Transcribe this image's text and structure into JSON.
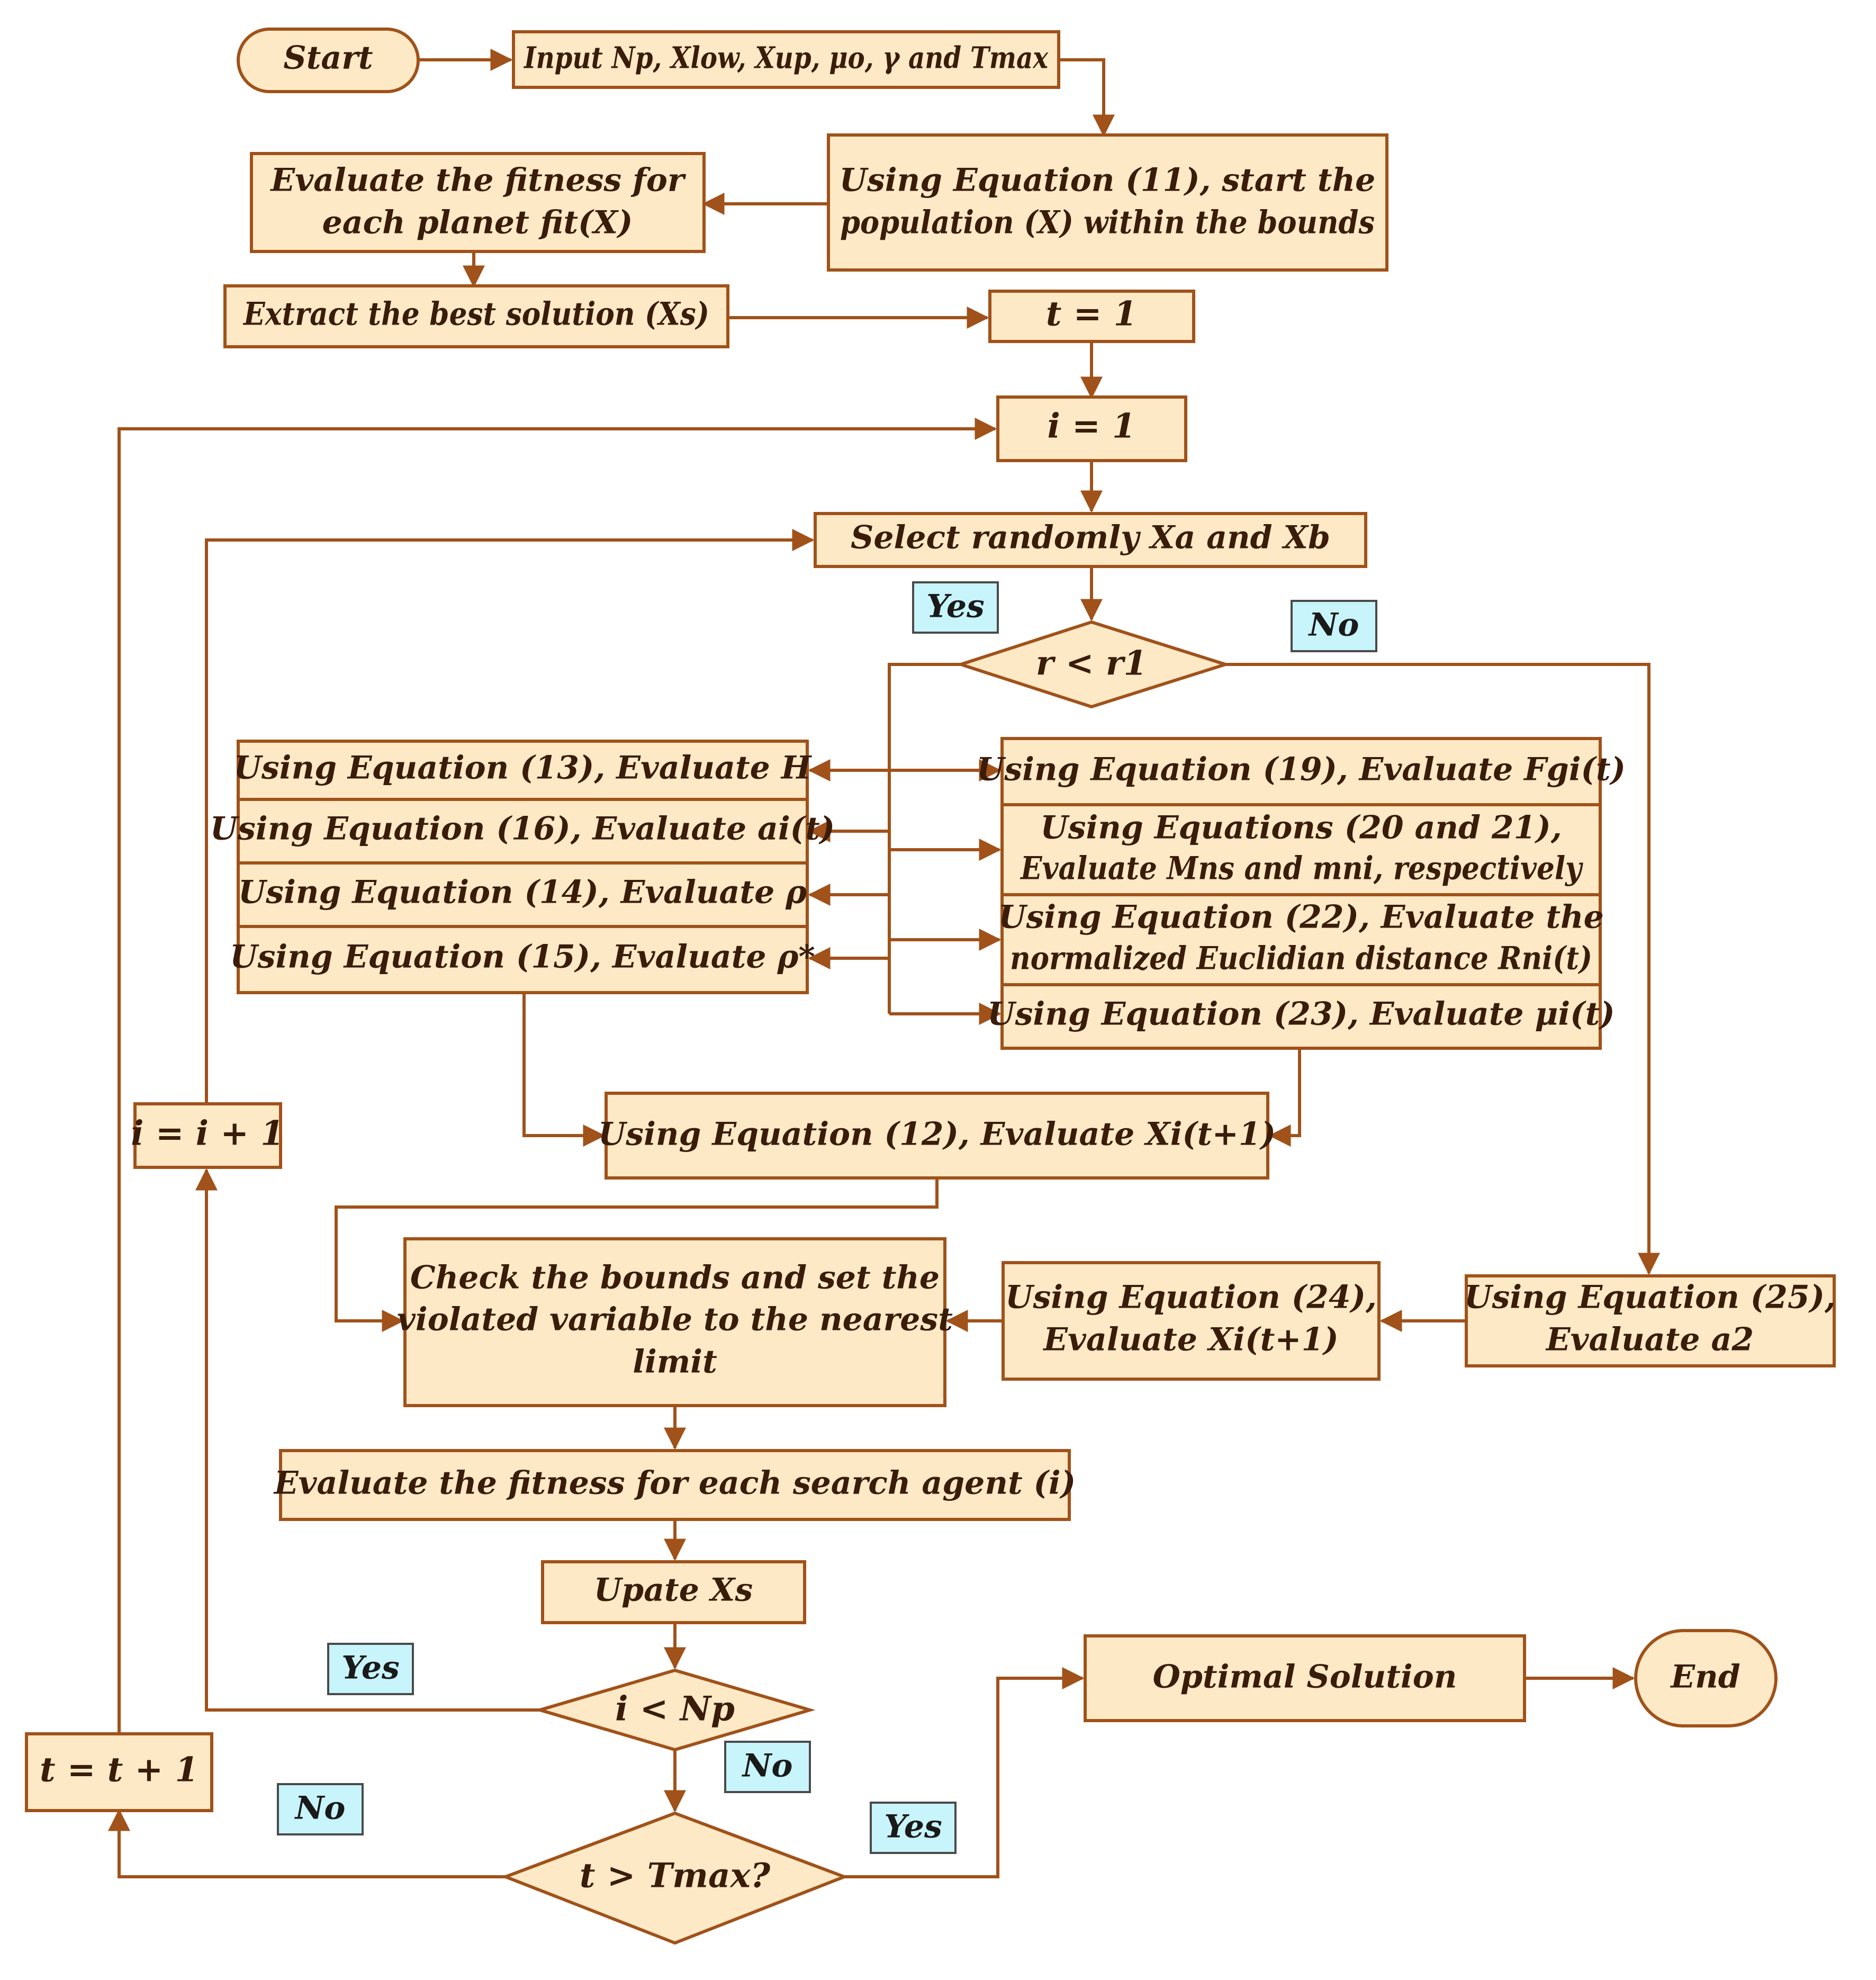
{
  "nodes": {
    "start": "Start",
    "input": "Input Np, Xlow, Xup, μo, γ and Tmax",
    "init_line1": "Using Equation (11), start the",
    "init_line2": "population (X) within the bounds",
    "eval_fit_line1": "Evaluate the fitness for",
    "eval_fit_line2": "each planet fit(X)",
    "extract_best": "Extract the best solution (Xs)",
    "t_init": "t = 1",
    "i_init": "i = 1",
    "select_random": "Select randomly Xa and Xb",
    "decision_r": "r < r1",
    "eq13": "Using Equation (13), Evaluate H",
    "eq16": "Using Equation (16), Evaluate ai(t)",
    "eq14": "Using Equation (14), Evaluate ρ",
    "eq15": "Using Equation (15), Evaluate ρ*",
    "eq19": "Using Equation (19), Evaluate Fgi(t)",
    "eq20_line1": "Using Equations (20 and 21),",
    "eq20_line2": "Evaluate Mns and mni, respectively",
    "eq22_line1": "Using Equation (22), Evaluate the",
    "eq22_line2": "normalized Euclidian distance Rni(t)",
    "eq23": "Using Equation (23), Evaluate μi(t)",
    "eq12": "Using Equation (12), Evaluate Xi(t+1)",
    "i_inc": "i = i + 1",
    "check_line1": "Check the bounds and set the",
    "check_line2": "violated variable to the nearest",
    "check_line3": "limit",
    "eq24_line1": "Using Equation (24),",
    "eq24_line2": "Evaluate Xi(t+1)",
    "eq25_line1": "Using Equation (25),",
    "eq25_line2": "Evaluate a2",
    "eval_agent": "Evaluate the fitness for each search agent (i)",
    "update": "Upate Xs",
    "decision_i": "i < Np",
    "decision_t": "t > Tmax?",
    "t_inc": "t = t + 1",
    "optimal": "Optimal Solution",
    "end": "End"
  },
  "tags": {
    "yes_r": "Yes",
    "no_r": "No",
    "yes_i": "Yes",
    "no_i": "No",
    "no_t": "No",
    "yes_t": "Yes"
  },
  "colors": {
    "box_fill": "#fde9c6",
    "box_stroke": "#a0521a",
    "tag_fill": "#c8f4fb"
  }
}
